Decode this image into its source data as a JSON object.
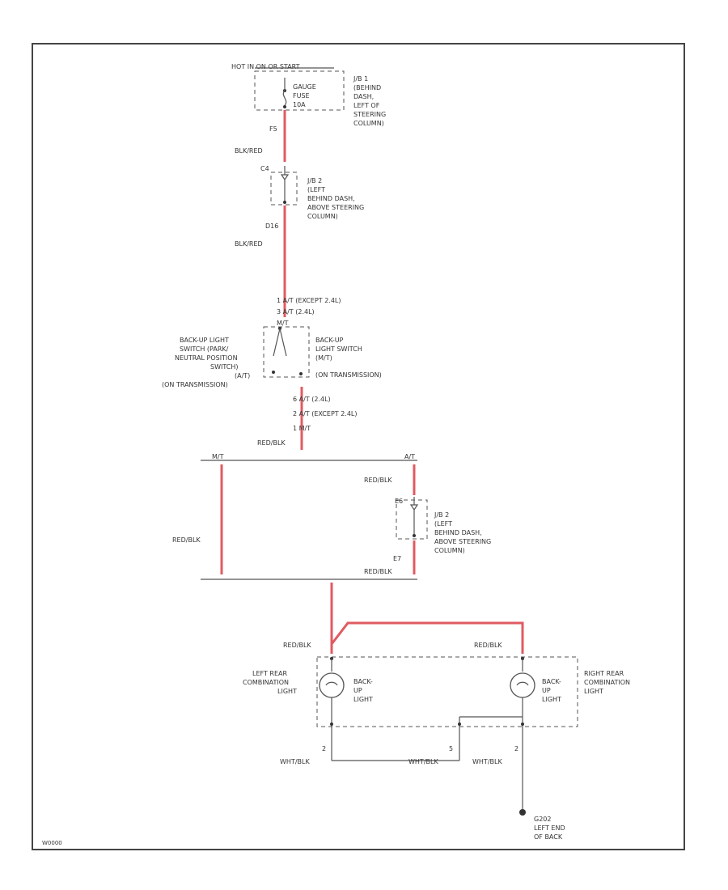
{
  "diagram_id": "W0000",
  "colors": {
    "wire_red": "#e05b62",
    "wire_gray": "#555555",
    "frame": "#444444"
  },
  "fuse": {
    "power_label": "HOT IN ON OR START",
    "lines": [
      "GAUGE",
      "FUSE",
      "10A"
    ],
    "jb_lines": [
      "J/B 1",
      "(BEHIND",
      "DASH,",
      "LEFT OF",
      "STEERING",
      "COLUMN)"
    ]
  },
  "wire1": {
    "connector": "F5",
    "color": "BLK/RED"
  },
  "jb2_upper": {
    "top_connector": "C4",
    "lines": [
      "J/B 2",
      "(LEFT",
      "BEHIND DASH,",
      "ABOVE STEERING",
      "COLUMN)"
    ]
  },
  "wire2": {
    "connector": "D16",
    "color": "BLK/RED"
  },
  "switch": {
    "pin_lines": [
      "1   A/T (EXCEPT 2.4L)",
      "3   A/T (2.4L)",
      "    M/T"
    ],
    "left_lines": [
      "BACK-UP LIGHT",
      "SWITCH (PARK/",
      "NEUTRAL POSITION",
      "SWITCH)",
      "(A/T)",
      "(ON TRANSMISSION)"
    ],
    "right_lines": [
      "BACK-UP",
      "LIGHT SWITCH",
      "(M/T)",
      "(ON TRANSMISSION)"
    ],
    "out_pin_lines": [
      "6   A/T (2.4L)",
      "2   A/T (EXCEPT 2.4L)",
      "1   M/T"
    ],
    "out_color": "RED/BLK"
  },
  "split": {
    "left_label": "M/T",
    "right_label": "A/T"
  },
  "mt_branch": {
    "color": "RED/BLK"
  },
  "at_branch": {
    "upper_color": "RED/BLK",
    "top_connector": "E6",
    "lines": [
      "J/B 2",
      "(LEFT",
      "BEHIND DASH,",
      "ABOVE STEERING",
      "COLUMN)"
    ],
    "bottom_connector": "E7",
    "lower_color": "RED/BLK"
  },
  "lights": {
    "left_wire": "RED/BLK",
    "right_wire": "RED/BLK",
    "left_lines": [
      "LEFT REAR",
      "COMBINATION",
      "LIGHT"
    ],
    "right_lines": [
      "RIGHT REAR",
      "COMBINATION",
      "LIGHT"
    ],
    "bulb_lines": [
      "BACK-",
      "UP",
      "LIGHT"
    ]
  },
  "ground": {
    "left_pin": "2",
    "left_color": "WHT/BLK",
    "mid_pin": "5",
    "mid_color": "WHT/BLK",
    "right_pin": "2",
    "right_color": "WHT/BLK",
    "point_lines": [
      "G202",
      "LEFT END",
      "OF BACK"
    ]
  }
}
